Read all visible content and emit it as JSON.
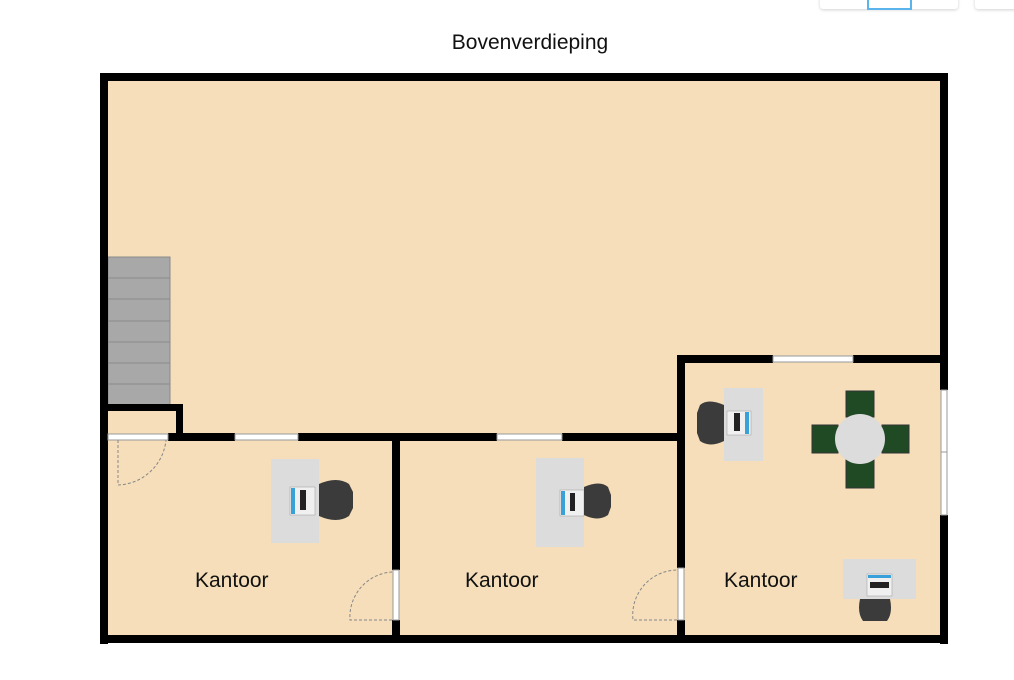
{
  "floor_title": "Bovenverdieping",
  "rooms": [
    {
      "label": "Kantoor"
    },
    {
      "label": "Kantoor"
    },
    {
      "label": "Kantoor"
    }
  ],
  "colors": {
    "floor": "#f5deb9",
    "wall": "#000000",
    "stairs": "#a8a8a8",
    "selected_view": "#5bb4ec",
    "chair_green": "#1f4a24"
  },
  "view_controls": {
    "selected_index": 1
  }
}
